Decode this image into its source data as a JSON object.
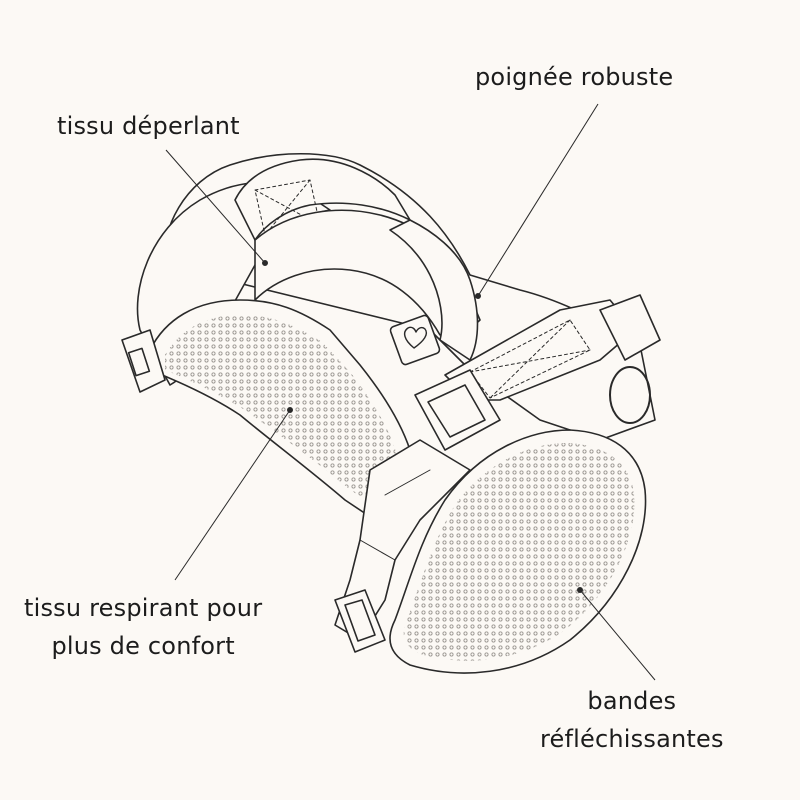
{
  "colors": {
    "background": "#fcf9f5",
    "line": "#2a2a2a",
    "mesh": "#c9c6c1",
    "text": "#1c1c1c"
  },
  "labels": {
    "handle": "poignée robuste",
    "water_repellent": "tissu déperlant",
    "breathable_line1": "tissu respirant pour",
    "breathable_line2": "plus de confort",
    "reflective_line1": "bandes",
    "reflective_line2": "réfléchissantes"
  },
  "icons": {
    "heart_tag": "heart-icon"
  }
}
